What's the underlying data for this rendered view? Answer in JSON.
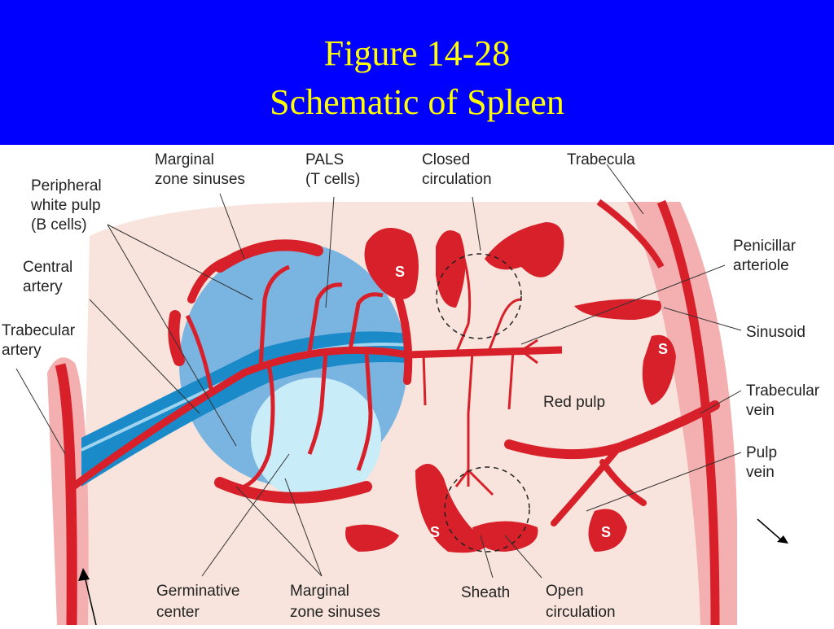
{
  "slide": {
    "title_line1": "Figure 14-28",
    "title_line2": "Schematic of Spleen",
    "colors": {
      "title_background": "#0000ff",
      "title_text": "#ffff00",
      "vessel_red": "#d8202a",
      "capsule_pink": "#f4b0b0",
      "red_pulp_background": "#f8e4dc",
      "white_pulp_blue": "#7ab4e0",
      "germinative_center": "#c8ecf8",
      "central_artery_sheath": "#1a8ac8"
    }
  },
  "labels": {
    "marginal_zone_sinuses_top": [
      "Marginal",
      "zone sinuses"
    ],
    "pals": [
      "PALS",
      "(T cells)"
    ],
    "closed_circulation": [
      "Closed",
      "circulation"
    ],
    "trabecula": "Trabecula",
    "peripheral_white_pulp": [
      "Peripheral",
      "white pulp",
      "(B cells)"
    ],
    "penicillar_arteriole": [
      "Penicillar",
      "arteriole"
    ],
    "central_artery": [
      "Central",
      "artery"
    ],
    "trabecular_artery": [
      "Trabecular",
      "artery"
    ],
    "sinusoid": "Sinusoid",
    "trabecular_vein": [
      "Trabecular",
      "vein"
    ],
    "red_pulp": "Red pulp",
    "pulp_vein": [
      "Pulp",
      "vein"
    ],
    "germinative_center": [
      "Germinative",
      "center"
    ],
    "marginal_zone_sinuses_bottom": [
      "Marginal",
      "zone sinuses"
    ],
    "sheath": "Sheath",
    "open_circulation": [
      "Open",
      "circulation"
    ],
    "sinusoid_mark": "S"
  }
}
